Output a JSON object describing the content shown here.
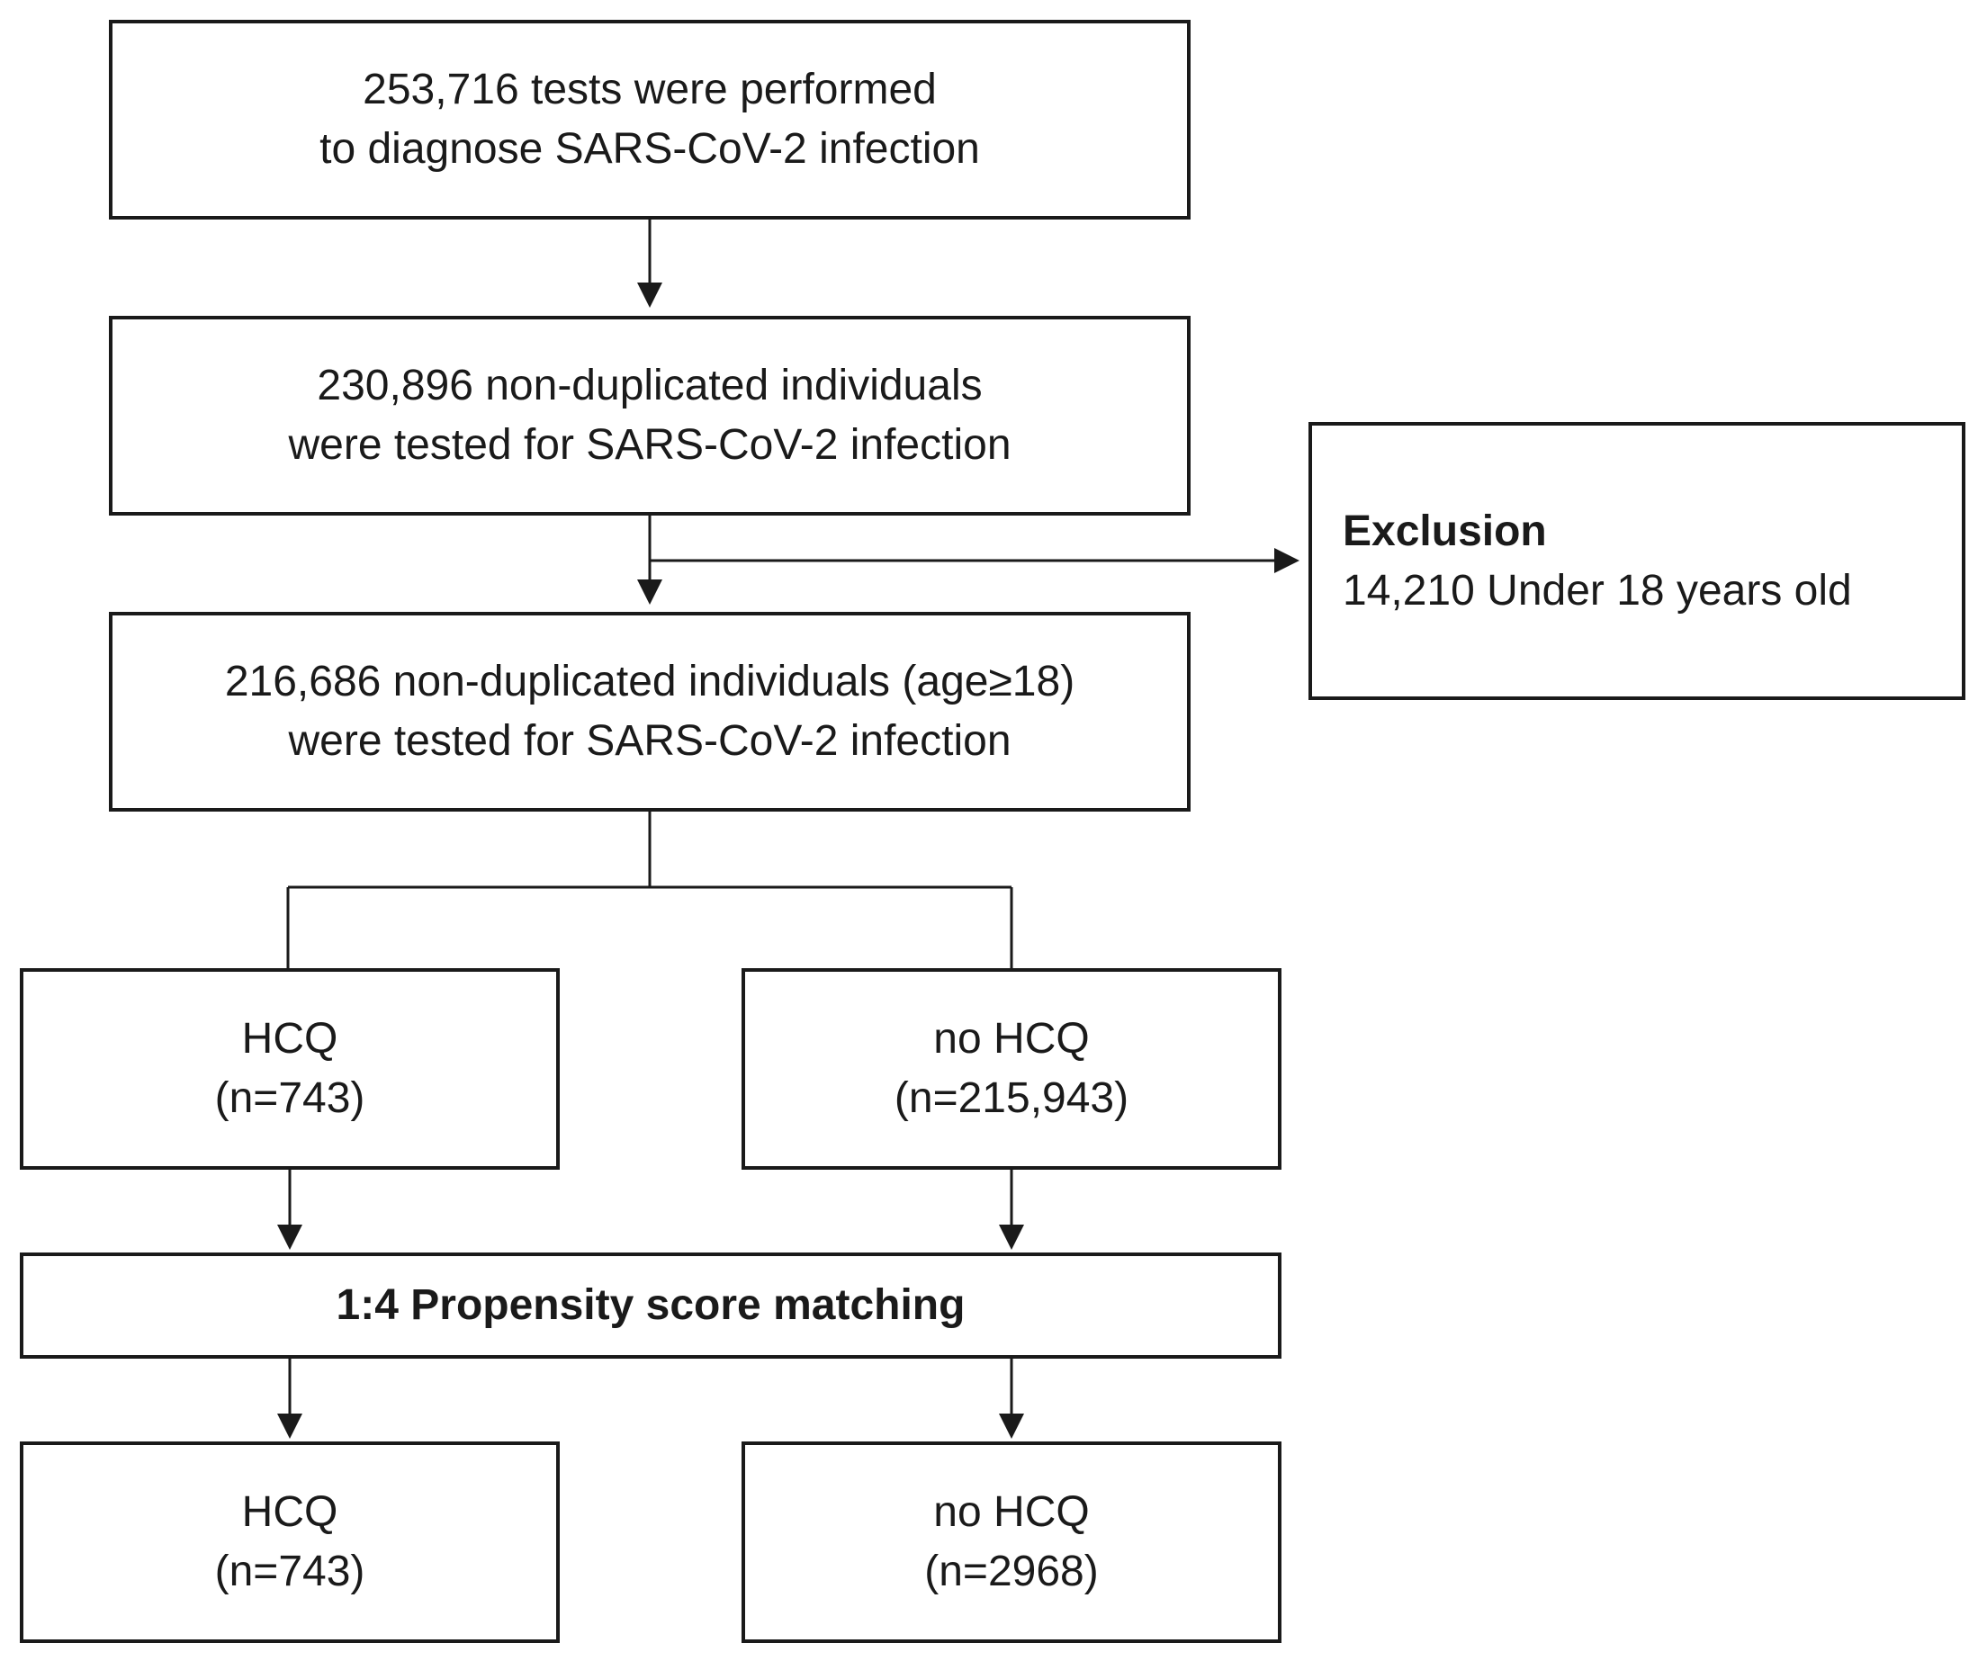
{
  "flow": {
    "tests": {
      "line1": "253,716 tests were performed",
      "line2": "to diagnose SARS-CoV-2 infection"
    },
    "non_duplicated": {
      "line1": "230,896 non-duplicated individuals",
      "line2": "were tested for SARS-CoV-2 infection"
    },
    "exclusion": {
      "title": "Exclusion",
      "detail": "14,210 Under 18 years old"
    },
    "adults": {
      "line1": "216,686 non-duplicated individuals (age≥18)",
      "line2": "were tested for SARS-CoV-2 infection"
    },
    "hcq_before": {
      "label": "HCQ",
      "count": "(n=743)"
    },
    "no_hcq_before": {
      "label": "no HCQ",
      "count": "(n=215,943)"
    },
    "matching": {
      "label": "1:4 Propensity score matching"
    },
    "hcq_after": {
      "label": "HCQ",
      "count": "(n=743)"
    },
    "no_hcq_after": {
      "label": "no HCQ",
      "count": "(n=2968)"
    }
  },
  "colors": {
    "stroke": "#1a1a1a",
    "background": "#ffffff"
  }
}
